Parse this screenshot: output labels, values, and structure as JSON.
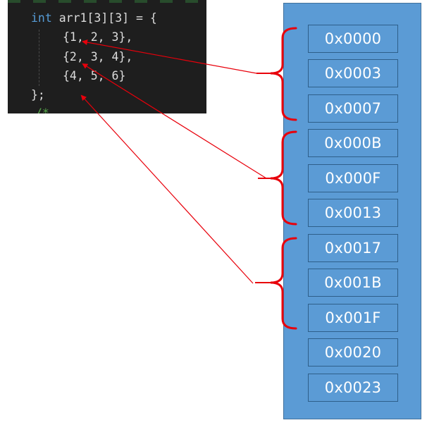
{
  "code": {
    "line1": {
      "keyword": "int",
      "rest": " arr1[3][3] = {"
    },
    "line2": "{1, 2, 3},",
    "line3": "{2, 3, 4},",
    "line4": "{4, 5, 6}",
    "line5": "};",
    "line6": "/*"
  },
  "memory": {
    "addresses": [
      "0x0000",
      "0x0003",
      "0x0007",
      "0x000B",
      "0x000F",
      "0x0013",
      "0x0017",
      "0x001B",
      "0x001F",
      "0x0020",
      "0x0023"
    ]
  },
  "colors": {
    "code_background": "#1e1e1e",
    "keyword": "#569cd6",
    "code_text": "#d4d4d4",
    "memory_fill": "#5b9bd5",
    "cell_border": "#2e5f8a",
    "arrow_and_brace": "#e8000b"
  },
  "annotations": {
    "row_groups": [
      {
        "row": 1,
        "first_address": "0x0000",
        "last_address": "0x0007"
      },
      {
        "row": 2,
        "first_address": "0x000B",
        "last_address": "0x0013"
      },
      {
        "row": 3,
        "first_address": "0x0017",
        "last_address": "0x001F"
      }
    ]
  }
}
